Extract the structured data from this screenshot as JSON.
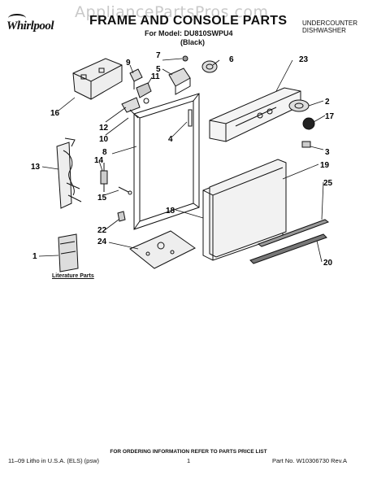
{
  "watermark": "AppliancePartsPros.com",
  "brand": "Whirlpool",
  "title": "FRAME AND CONSOLE PARTS",
  "model_line": "For Model: DU810SWPU4",
  "color_line": "(Black)",
  "product_type_line1": "UNDERCOUNTER",
  "product_type_line2": "DISHWASHER",
  "literature_label": "Literature Parts",
  "callouts": [
    "1",
    "2",
    "3",
    "4",
    "5",
    "6",
    "7",
    "8",
    "9",
    "10",
    "11",
    "12",
    "13",
    "14",
    "15",
    "16",
    "17",
    "18",
    "19",
    "20",
    "22",
    "23",
    "24",
    "25"
  ],
  "footer": {
    "note": "FOR ORDERING INFORMATION REFER TO PARTS PRICE LIST",
    "left": "11–09 Litho in U.S.A. (ELS) (psw)",
    "page": "1",
    "right": "Part No. W10306730 Rev.A"
  },
  "colors": {
    "ink": "#111111",
    "watermark": "#c9c9c9",
    "shade": "#bdbdbd"
  }
}
